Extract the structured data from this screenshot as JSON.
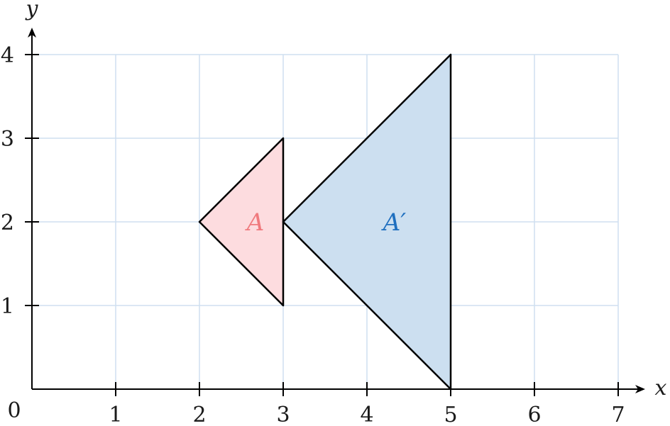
{
  "diagram": {
    "grid": true,
    "x_range": [
      0,
      7
    ],
    "y_range": [
      0,
      4
    ],
    "x_ticks": [
      1,
      2,
      3,
      4,
      5,
      6,
      7
    ],
    "y_ticks": [
      1,
      2,
      3,
      4
    ],
    "origin_label": "0",
    "x_axis_label": "x",
    "y_axis_label": "y",
    "shapes": [
      {
        "id": "triangle-a",
        "label": "A",
        "label_at": [
          2.67,
          2
        ],
        "vertices": [
          [
            2,
            2
          ],
          [
            3,
            3
          ],
          [
            3,
            1
          ]
        ],
        "fill": "#fddcdf",
        "label_color": "#f07a7e"
      },
      {
        "id": "triangle-a-prime",
        "label": "A′",
        "label_at": [
          4.33,
          2
        ],
        "vertices": [
          [
            3,
            2
          ],
          [
            5,
            4
          ],
          [
            5,
            0
          ]
        ],
        "fill": "#ccdff0",
        "label_color": "#1f6fbf"
      }
    ]
  }
}
